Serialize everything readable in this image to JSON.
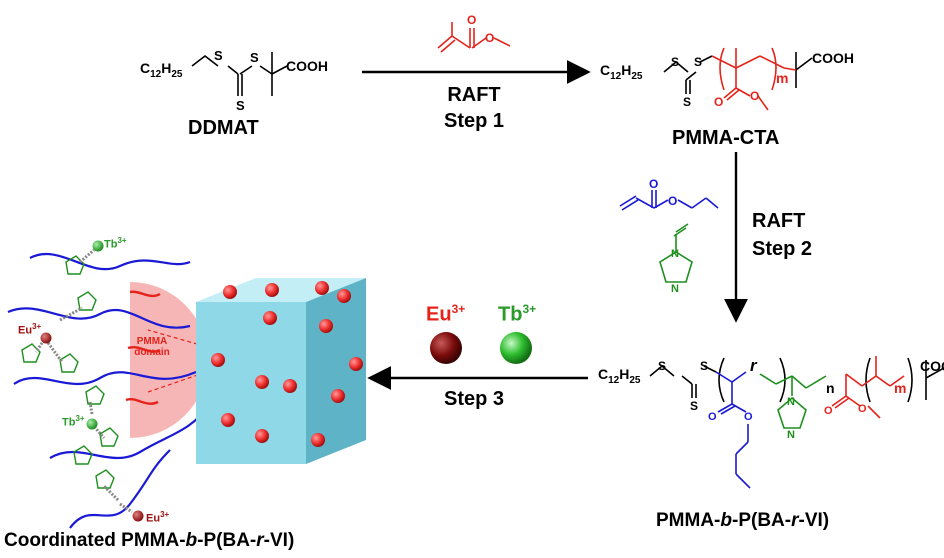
{
  "ddmat": {
    "alkyl": "C",
    "alkyl_sub": "12",
    "alkyl_h": "H",
    "alkyl_h_sub": "25",
    "acid": "COOH",
    "name": "DDMAT"
  },
  "step1": {
    "line1": "RAFT",
    "line2": "Step 1"
  },
  "pmma_cta": {
    "acid": "COOH",
    "repeat": "m",
    "name": "PMMA-CTA"
  },
  "step2": {
    "line1": "RAFT",
    "line2": "Step 2"
  },
  "step3": {
    "label": "Step 3"
  },
  "ions": {
    "eu": "Eu",
    "eu_charge": "3+",
    "tb": "Tb",
    "tb_charge": "3+"
  },
  "product": {
    "repeat_n": "n",
    "repeat_m": "m",
    "random": "r",
    "acid_partial": "COO",
    "name_pre": "PMMA-",
    "name_b": "b",
    "name_mid": "-P(BA-",
    "name_r": "r",
    "name_post": "-VI)"
  },
  "assembly": {
    "domain_line1": "PMMA",
    "domain_line2": "domain",
    "label_pre": "Coordinated PMMA-",
    "label_b": "b",
    "label_mid": "-P(BA-",
    "label_r": "r",
    "label_post": "-VI)"
  },
  "colors": {
    "pmma": "#e5231b",
    "ba": "#1a1ad6",
    "vi": "#1f8f1f",
    "cube": "#8fd8e8",
    "eu_ball": "#7a0c0c",
    "tb_ball": "#2fbf2f"
  }
}
